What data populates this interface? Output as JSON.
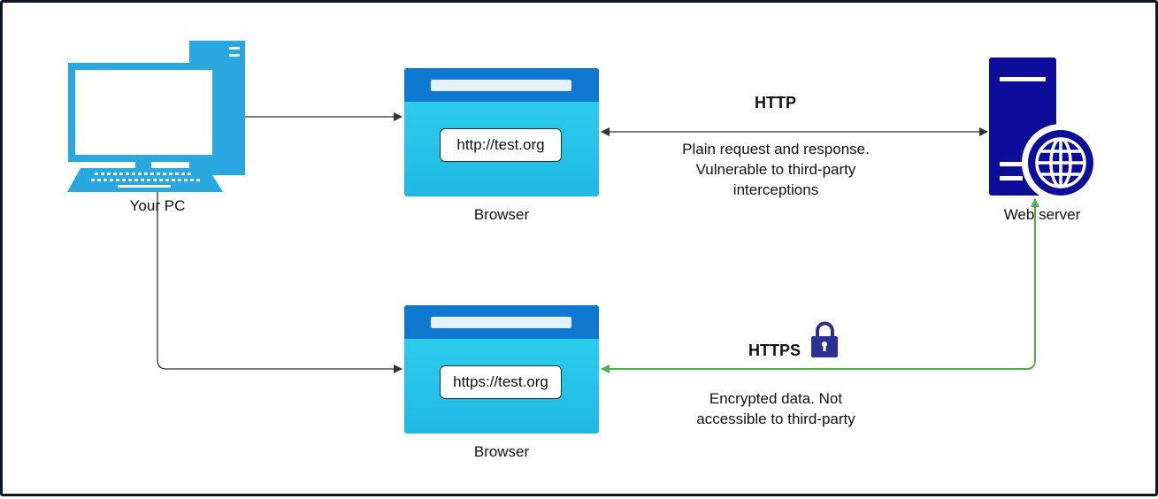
{
  "nodes": {
    "pc": {
      "label": "Your PC"
    },
    "browser_http": {
      "label": "Browser",
      "url": "http://test.org"
    },
    "browser_https": {
      "label": "Browser",
      "url": "https://test.org"
    },
    "server": {
      "label": "Web server"
    }
  },
  "connections": {
    "http": {
      "title": "HTTP",
      "note_lines": [
        "Plain request and response.",
        "Vulnerable to third-party",
        "interceptions"
      ]
    },
    "https": {
      "title": "HTTPS",
      "note_lines": [
        "Encrypted data. Not",
        "accessible to third-party"
      ]
    }
  },
  "colors": {
    "border": "#0c1426",
    "pc_blue": "#29a8e0",
    "browser_cyan": "#2fd4f1",
    "browser_titlebar": "#0f79d2",
    "server_navy": "#0d0d9a",
    "lock_navy": "#2b3190",
    "secure_line": "#4caf50",
    "plain_line": "#333333"
  },
  "icons": [
    "desktop-pc-icon",
    "web-server-icon",
    "globe-icon",
    "padlock-icon"
  ]
}
